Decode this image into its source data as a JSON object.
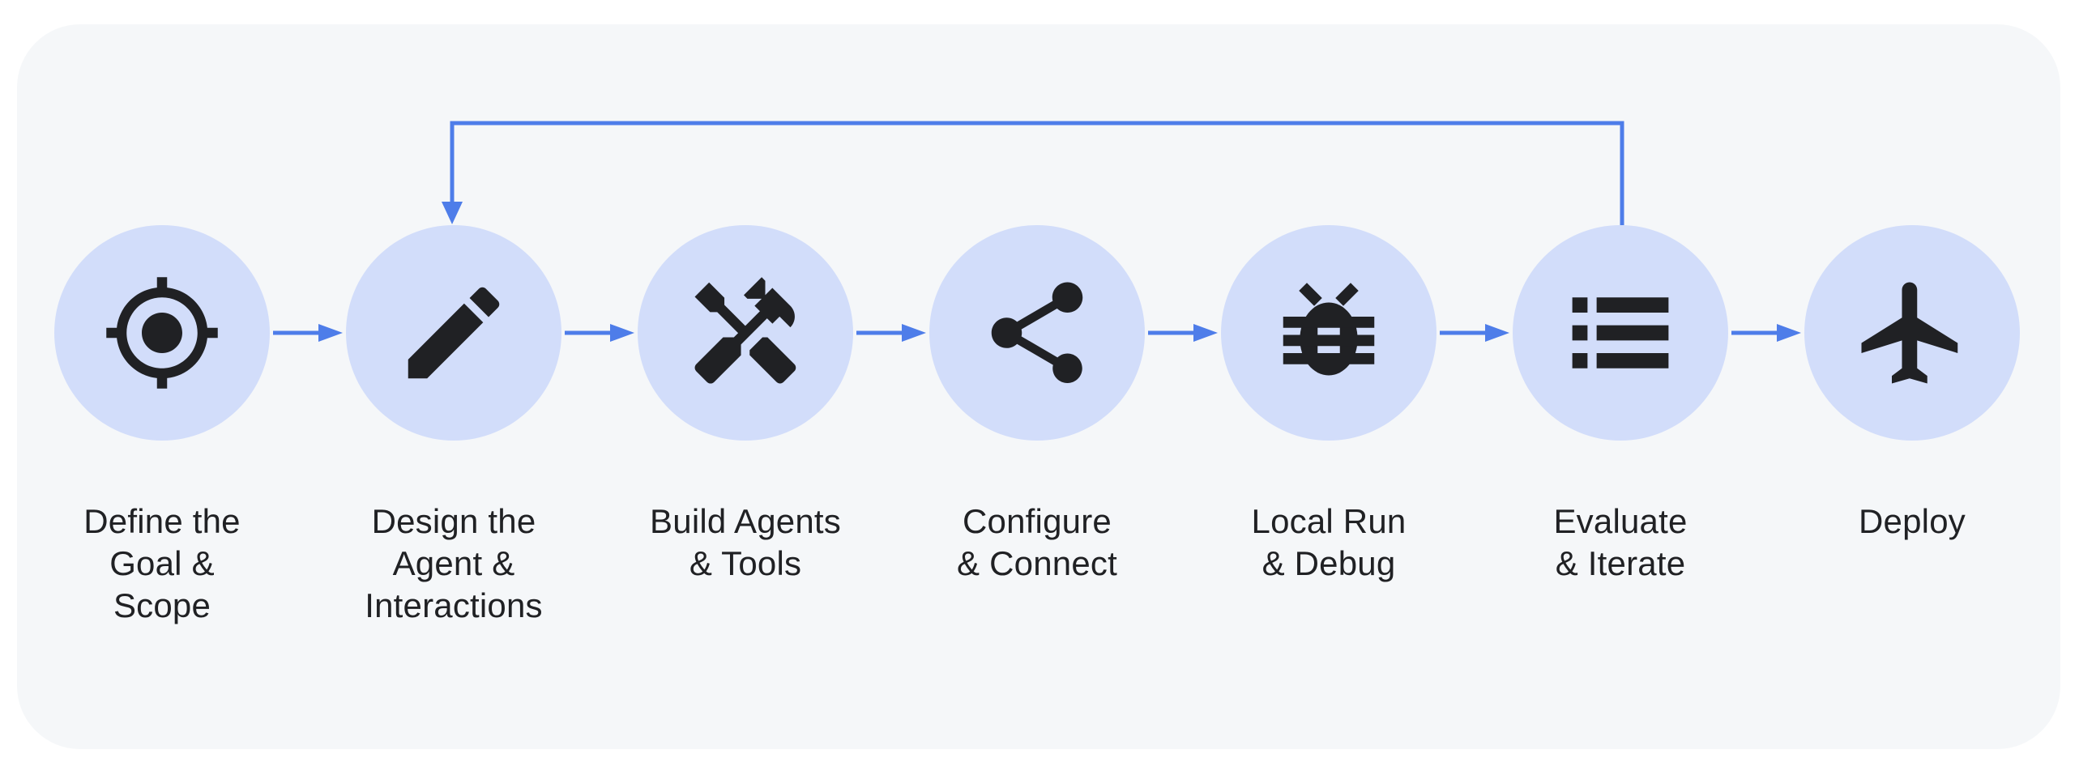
{
  "diagram": {
    "type": "process-flow",
    "nodes": [
      {
        "id": "define",
        "icon": "target-icon",
        "label": "Define the\nGoal &\nScope"
      },
      {
        "id": "design",
        "icon": "pencil-icon",
        "label": "Design the\nAgent &\nInteractions"
      },
      {
        "id": "build",
        "icon": "tools-icon",
        "label": "Build Agents\n& Tools"
      },
      {
        "id": "configure",
        "icon": "share-icon",
        "label": "Configure\n& Connect"
      },
      {
        "id": "local-run",
        "icon": "bug-icon",
        "label": "Local Run\n& Debug"
      },
      {
        "id": "evaluate",
        "icon": "list-icon",
        "label": "Evaluate\n& Iterate"
      },
      {
        "id": "deploy",
        "icon": "airplane-icon",
        "label": "Deploy"
      }
    ],
    "connections": [
      {
        "from": "define",
        "to": "design",
        "type": "forward-arrow"
      },
      {
        "from": "design",
        "to": "build",
        "type": "forward-arrow"
      },
      {
        "from": "build",
        "to": "configure",
        "type": "forward-arrow"
      },
      {
        "from": "configure",
        "to": "local-run",
        "type": "forward-arrow"
      },
      {
        "from": "local-run",
        "to": "evaluate",
        "type": "forward-arrow"
      },
      {
        "from": "evaluate",
        "to": "deploy",
        "type": "forward-arrow"
      },
      {
        "from": "evaluate",
        "to": "design",
        "type": "feedback-loop-arrow"
      }
    ]
  },
  "colors": {
    "page_bg": "#ffffff",
    "card_bg": "#f5f7f9",
    "node_bg": "#d2ddfa",
    "icon": "#202124",
    "text": "#202124",
    "arrow": "#4e7de9"
  }
}
